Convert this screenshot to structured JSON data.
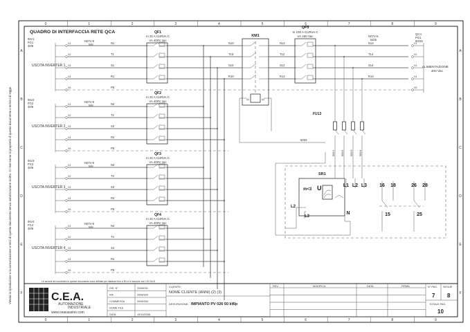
{
  "sheet": {
    "title": "QUADRO DI INTERFACCIA RETE QCA",
    "side_note": "Vietata la riproduzione o la comunicazione a terzi di questo documento senza autorizzazione scritta. Ci riserviamo la proprietà di questo documento a termini di legge.",
    "columns": [
      "0",
      "1",
      "2",
      "3",
      "4",
      "5",
      "6",
      "7",
      "8",
      "9"
    ],
    "rows": [
      "A",
      "B",
      "C",
      "D",
      "E",
      "F"
    ]
  },
  "inputs": [
    {
      "label": "USCITA INVERTER 1",
      "tag": "INV1",
      "tag2": "FG1",
      "tag3": "30/8",
      "cable": "N07V-K",
      "cable2": "N/8",
      "breaker": "QF1",
      "breaker_spec": "In 32 A CURVA C",
      "breaker_volt": "Vn 400V Vac",
      "phases": [
        "N1",
        "T1",
        "S1",
        "R1",
        "PE"
      ],
      "bus": [
        "N10",
        "T10",
        "S10",
        "R10"
      ]
    },
    {
      "label": "USCITA INVERTER 2",
      "tag": "INV2",
      "tag2": "FG2",
      "tag3": "30/8",
      "cable": "N07V-K",
      "cable2": "N/8",
      "breaker": "QF2",
      "breaker_spec": "In 32 A CURVA C",
      "breaker_volt": "Vn 400V Vac",
      "phases": [
        "N2",
        "T2",
        "S2",
        "R2",
        "PE"
      ]
    },
    {
      "label": "USCITA INVERTER 3",
      "tag": "INV3",
      "tag2": "FG3",
      "tag3": "30/8",
      "cable": "N07V-K",
      "cable2": "N/8",
      "breaker": "QF3",
      "breaker_spec": "In 32 A CURVA C",
      "breaker_volt": "Vn 400V Vac",
      "phases": [
        "N3",
        "T3",
        "S3",
        "R3",
        "PE"
      ]
    },
    {
      "label": "USCITA INVERTER 4",
      "tag": "INV4",
      "tag2": "FG4",
      "tag3": "30/8",
      "cable": "N07V-K",
      "cable2": "N/8",
      "breaker": "QF4",
      "breaker_spec": "In 32 A CURVA C",
      "breaker_volt": "Vn 400V Vac",
      "phases": [
        "N4",
        "T4",
        "S4",
        "R4",
        "PE"
      ]
    }
  ],
  "contactor": {
    "tag": "KM1",
    "coil_a1": "A1",
    "coil_a2": "A2"
  },
  "main_breaker": {
    "tag": "QF5",
    "spec": "In 100 A CURVA C",
    "volt": "Vn 400 Vac",
    "in": [
      "N12",
      "T12",
      "S12",
      "R12"
    ],
    "out": [
      "N14",
      "T14",
      "S14",
      "R14"
    ]
  },
  "supply": {
    "label": "ALIMENTAZIONE",
    "volt": "400 Vac",
    "cable": "N07V-K",
    "cable2": "N/25",
    "tag": "QCA",
    "tag2": "PG1",
    "tag3": "50/25"
  },
  "fuses": {
    "tag": "FU13",
    "items": [
      "500/1",
      "500/2",
      "500/3",
      "500/4"
    ],
    "wire": "5003"
  },
  "relay": {
    "tag": "SR1",
    "m_label": "m<3",
    "u_label": "U",
    "terminals": [
      "L1",
      "L2",
      "L3",
      "16",
      "18",
      "26",
      "28",
      "N",
      "15",
      "25"
    ],
    "side": [
      "L2",
      "L3"
    ]
  },
  "titleblock": {
    "company": "C.E.A.",
    "company_sub1": "AUTOMAZIONE",
    "company_sub2": "INDUSTRIALE",
    "website": "www.ceacassino.com",
    "disclaimer": "Le sezioni dei conduttori in questo documento sono definite per distanze fino a 50 m in accordo con CEI 64-8",
    "fields": [
      {
        "k": "DIS. N°",
        "v": "2008/031"
      },
      {
        "k": "RIF.",
        "v": "2008/300"
      },
      {
        "k": "COMMESSA",
        "v": "2008/300"
      },
      {
        "k": "NOME FILE",
        "v": ""
      },
      {
        "k": "DATA",
        "v": "19/10/2008"
      }
    ],
    "client_label": "CLIENTE:",
    "client_value": "NOME CLIENTE (ANNI) (2) (3)",
    "desc_label": "DESCRIZIONE:",
    "desc_value": "IMPIANTO PV 026 50 kWp",
    "rev": "REV.",
    "modifica": "MODIFICA",
    "data": "DATA",
    "firma": "FIRMA",
    "pag_label": "N° PAG.",
    "seg_label": "SEGUE",
    "pag": "7",
    "seg": "8",
    "tot_label": "TOTALE PAG.",
    "tot": "10"
  }
}
